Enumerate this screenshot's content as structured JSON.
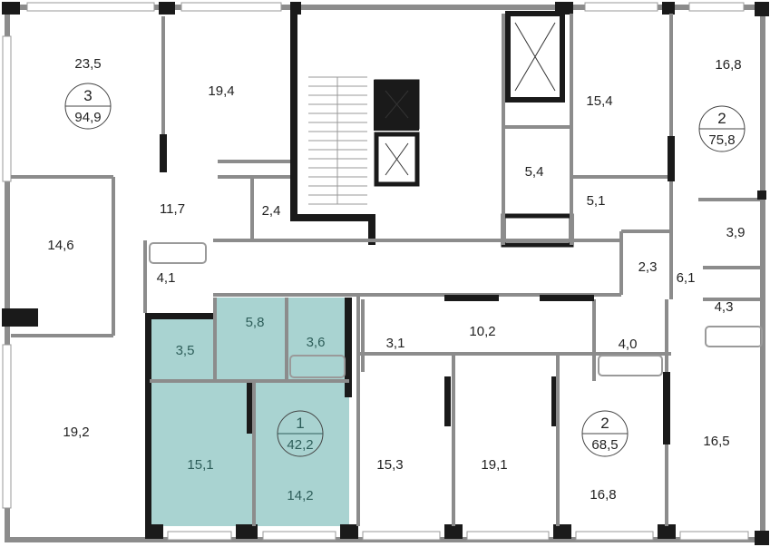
{
  "plan": {
    "highlight_color": "#a9d3d1",
    "highlight_text_color": "#2e5e5a",
    "apartments": [
      {
        "rooms": "3",
        "area": "94,9"
      },
      {
        "rooms": "1",
        "area": "42,2"
      },
      {
        "rooms": "2",
        "area": "68,5"
      },
      {
        "rooms": "2",
        "area": "75,8"
      }
    ],
    "room_areas": [
      "23,5",
      "19,4",
      "11,7",
      "2,4",
      "14,6",
      "4,1",
      "5,8",
      "3,6",
      "3,5",
      "15,1",
      "14,2",
      "19,2",
      "15,3",
      "19,1",
      "16,8",
      "16,5",
      "3,1",
      "10,2",
      "4,0",
      "4,3",
      "6,1",
      "2,3",
      "3,9",
      "5,1",
      "5,4",
      "15,4",
      "16,8"
    ]
  }
}
